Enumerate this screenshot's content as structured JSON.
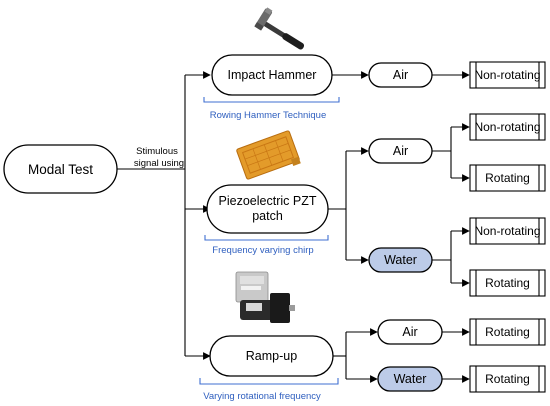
{
  "root": {
    "label": "Modal Test"
  },
  "stimulus_label": [
    "Stimulous",
    "signal using"
  ],
  "methods": [
    {
      "label": [
        "Impact Hammer"
      ],
      "caption": "Rowing Hammer Technique"
    },
    {
      "label": [
        "Piezoelectric PZT",
        "patch"
      ],
      "caption": "Frequency varying chirp"
    },
    {
      "label": [
        "Ramp-up"
      ],
      "caption": "Varying rotational frequency"
    }
  ],
  "media": [
    {
      "label": "Air",
      "style": "plain"
    },
    {
      "label": "Air",
      "style": "plain"
    },
    {
      "label": "Water",
      "style": "shaded"
    },
    {
      "label": "Air",
      "style": "plain"
    },
    {
      "label": "Water",
      "style": "shaded"
    }
  ],
  "conditions": [
    "Non-rotating",
    "Non-rotating",
    "Rotating",
    "Non-rotating",
    "Rotating",
    "Rotating",
    "Rotating"
  ],
  "colors": {
    "water_fill": "#bccbe8",
    "caption_text": "#2f5fbf",
    "bracket": "#3f6fd1"
  },
  "icons": [
    "impact-hammer-image",
    "pzt-patch-image",
    "motor-image"
  ]
}
